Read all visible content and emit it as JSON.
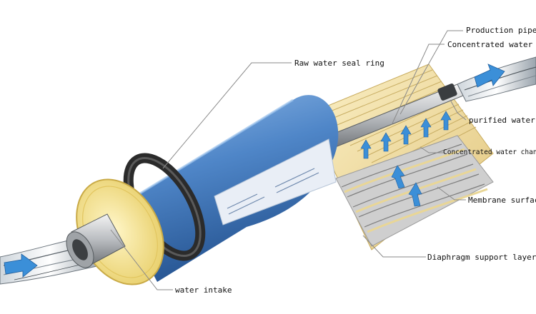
{
  "labels": {
    "production_pipe": "Production pipe",
    "concentrated_water": "Concentrated water",
    "raw_water_seal_ring": "Raw water seal ring",
    "purified_water": "purified water",
    "concentrated_water_channel": "Concentrated water channel",
    "membrane_surface": "Membrane surface",
    "diaphragm_support_layer": "Diaphragm support layer",
    "water_intake": "water intake"
  },
  "colors": {
    "cylinder_blue": "#4f86c8",
    "end_cap_yellow": "#f4e49a",
    "seal_ring": "#2b2b2b",
    "membrane_cream": "#f0deaa",
    "flow_arrow": "#3b8fd8",
    "leader_line": "#8a8a8a"
  }
}
